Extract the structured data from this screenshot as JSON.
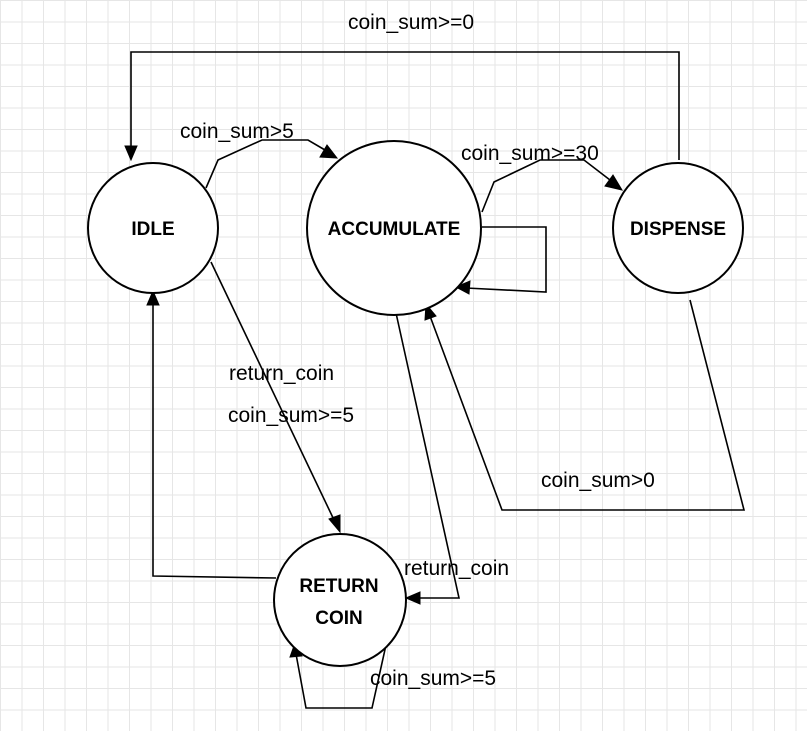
{
  "states": {
    "idle": {
      "label": "IDLE"
    },
    "accumulate": {
      "label": "ACCUMULATE"
    },
    "dispense": {
      "label": "DISPENSE"
    },
    "return_coin": {
      "label_line1": "RETURN",
      "label_line2": "COIN"
    }
  },
  "transitions": {
    "dispense_to_idle": "coin_sum>=0",
    "idle_to_accumulate": "coin_sum>5",
    "accumulate_to_dispense": "coin_sum>=30",
    "idle_to_return_return_coin": "return_coin",
    "idle_to_return_coin_sum": "coin_sum>=5",
    "dispense_to_accumulate": "coin_sum>0",
    "accumulate_to_return": "return_coin",
    "return_self_loop": "coin_sum>=5"
  }
}
